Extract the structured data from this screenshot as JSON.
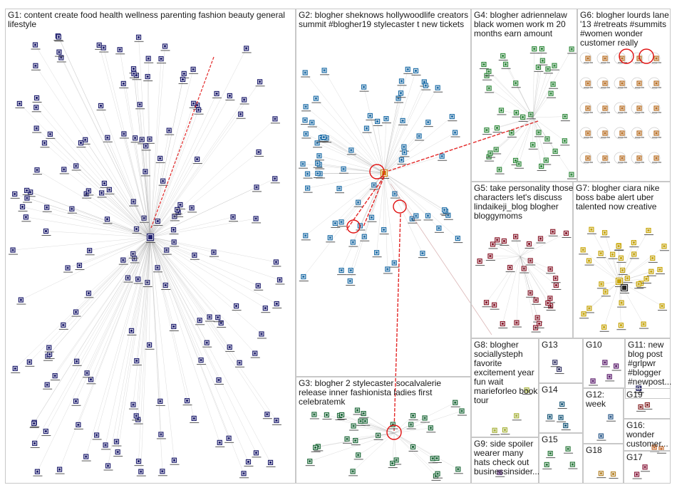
{
  "graph": {
    "groups": [
      {
        "id": "g1",
        "label": "G1: content create food health wellness parenting fashion beauty general lifestyle",
        "color": "#1f1f6e"
      },
      {
        "id": "g2",
        "label": "G2: blogher sheknows hollywoodlife creators summit #blogher19 stylecaster t new tickets",
        "color": "#1f6fa8"
      },
      {
        "id": "g3",
        "label": "G3: blogher 2 stylecaster socalvalerie release inner fashionista ladies first celebratemk",
        "color": "#1f6b3a"
      },
      {
        "id": "g4",
        "label": "G4: blogher adriennelaw black women work m 20 months earn amount",
        "color": "#2f8a3a"
      },
      {
        "id": "g5",
        "label": "G5: take personality those characters let's discuss lindaikeji_blog blogher bloggymoms",
        "color": "#8a1a2a"
      },
      {
        "id": "g6",
        "label": "G6: blogher lourds lane '13 #retreats #summits #women wonder customer really",
        "color": "#b86a1a"
      },
      {
        "id": "g7",
        "label": "G7: blogher ciara nike boss babe alert uber talented now creative",
        "color": "#c8a400"
      },
      {
        "id": "g8",
        "label": "G8: blogher sociallysteph favorite excitement year fun wait marieforleo book tour",
        "color": "#a8b43a"
      },
      {
        "id": "g9",
        "label": "G9: side spoiler wearer many hats check out businessinsider...",
        "color": "#6a3a8a"
      },
      {
        "id": "g10",
        "label": "G10",
        "color": "#5a1a6a"
      },
      {
        "id": "g11",
        "label": "G11: new blog post #grlpwr #blogger #newpost...",
        "color": "#1a1a5a"
      },
      {
        "id": "g12",
        "label": "G12: week",
        "color": "#2a5a8a"
      },
      {
        "id": "g13",
        "label": "G13",
        "color": "#3a3a6a"
      },
      {
        "id": "g14",
        "label": "G14",
        "color": "#1a5a7a"
      },
      {
        "id": "g15",
        "label": "G15",
        "color": "#2a7a3a"
      },
      {
        "id": "g16",
        "label": "G16: wonder customer...",
        "color": "#c86a2a"
      },
      {
        "id": "g17",
        "label": "G17",
        "color": "#8a1a3a"
      },
      {
        "id": "g18",
        "label": "G18",
        "color": "#b8862a"
      },
      {
        "id": "g19",
        "label": "G19",
        "color": "#8a2a2a"
      }
    ],
    "edge_color": "#999999",
    "highlight_edge_color": "#e01010"
  }
}
